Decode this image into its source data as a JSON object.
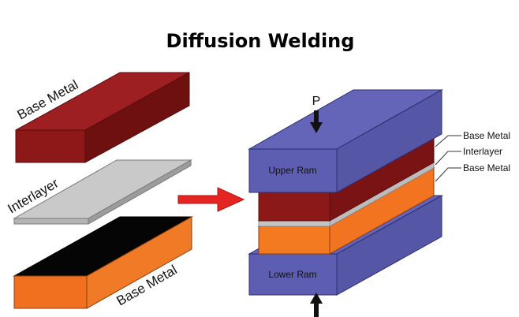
{
  "title": "Diffusion Welding",
  "left": {
    "top_label": "Base Metal",
    "middle_label": "Interlayer",
    "bottom_label": "Base Metal"
  },
  "right": {
    "upper_ram_label": "Upper Ram",
    "lower_ram_label": "Lower Ram",
    "pressure_label": "P",
    "callouts": [
      "Base Metal",
      "Interlayer",
      "Base Metal"
    ]
  },
  "colors": {
    "base_metal_top": "#8b1a1a",
    "interlayer": "#c8c8c8",
    "base_metal_bottom": "#f07020",
    "ram": "#5e5fb0",
    "arrow": "#e02020"
  },
  "icons": [
    "red-right-arrow-icon",
    "pressure-down-arrow-icon",
    "pressure-up-arrow-icon"
  ]
}
